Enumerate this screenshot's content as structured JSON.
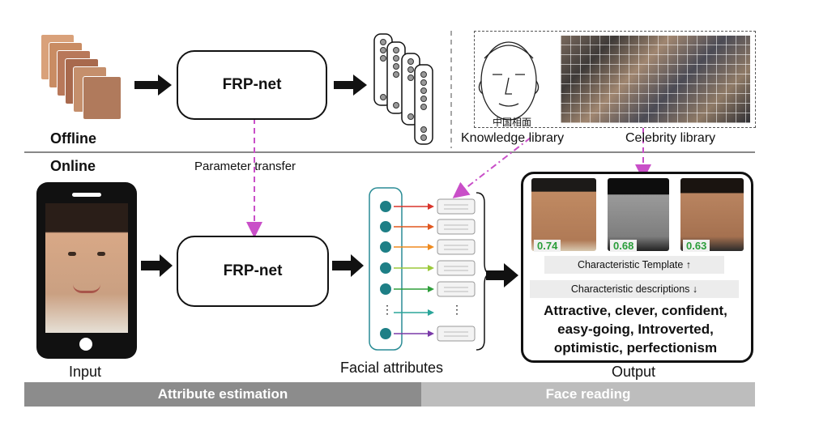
{
  "offline": {
    "label": "Offline",
    "model_label": "FRP-net",
    "knowledge_library_label": "Knowledge library",
    "knowledge_chart_text": "中国相面",
    "celebrity_library_label": "Celebrity library"
  },
  "online": {
    "label": "Online",
    "parameter_transfer_label": "Parameter transfer",
    "input_label": "Input",
    "model_label": "FRP-net",
    "facial_attributes_label": "Facial attributes",
    "output_label": "Output",
    "ellipsis": "⋮"
  },
  "output_panel": {
    "scores": [
      "0.74",
      "0.68",
      "0.63"
    ],
    "template_label": "Characteristic Template ↑",
    "descriptions_label": "Characteristic descriptions ↓",
    "description_text": "Attractive, clever, confident, easy-going, Introverted, optimistic, perfectionism"
  },
  "footer": {
    "attribute_estimation": "Attribute estimation",
    "face_reading": "Face reading"
  },
  "colors": {
    "accent_pink": "#c94fc8",
    "node_teal": "#1e7f86",
    "bar_dark": "#8c8c8c",
    "bar_light": "#bdbdbd",
    "arrow_colors": [
      "#d9342b",
      "#e0571f",
      "#ef8a1e",
      "#9bc93a",
      "#2e9e3a",
      "#2aa59a",
      "#7a3aa8"
    ]
  }
}
